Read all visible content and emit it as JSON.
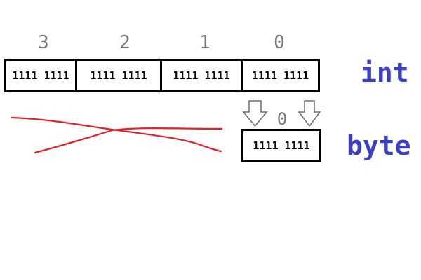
{
  "int_row": {
    "indices": [
      "3",
      "2",
      "1",
      "0"
    ],
    "cells": [
      "1111 1111",
      "1111 1111",
      "1111 1111",
      "1111 1111"
    ],
    "type_label": "int"
  },
  "byte_row": {
    "index": "0",
    "cell": "1111 1111",
    "type_label": "byte"
  },
  "colors": {
    "label": "#3b3fc4",
    "index": "#7a7a7a",
    "cross": "#e0232a",
    "border": "#000000"
  },
  "icons": [
    "down-arrow-icon",
    "down-arrow-icon",
    "cross-out-mark"
  ]
}
